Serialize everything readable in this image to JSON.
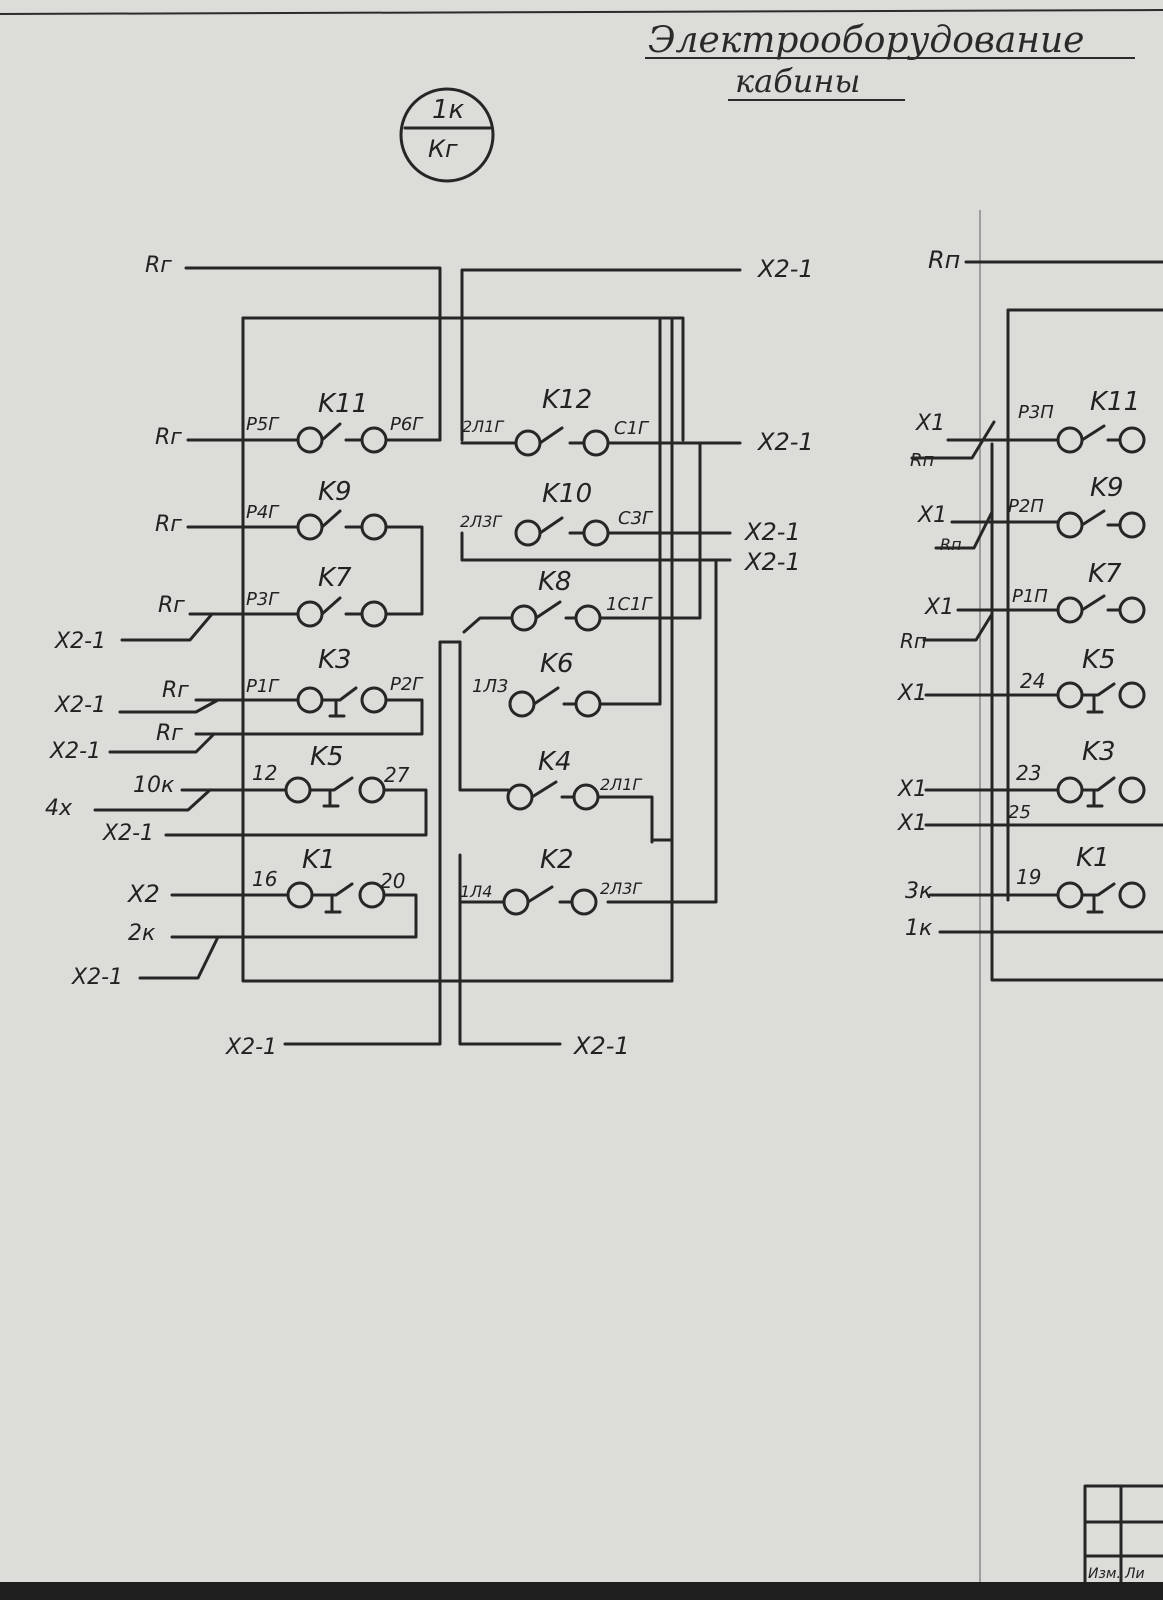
{
  "title": {
    "line1": "Электрооборудование",
    "line2": "кабины"
  },
  "badge": {
    "top": "1к",
    "bottom": "Кг"
  },
  "left_panel": {
    "top_left": "Rг",
    "top_right": "X2-1",
    "bottom_left": "X2-1",
    "bottom_right": "X2-1",
    "relays": [
      {
        "name": "K11",
        "from": "Р5Г",
        "to": "Р6Г",
        "left": "Rг"
      },
      {
        "name": "K9",
        "from": "Р4Г",
        "to": "",
        "left": "Rг"
      },
      {
        "name": "K7",
        "from": "Р3Г",
        "to": "",
        "left": "Rг"
      },
      {
        "name": "K3",
        "from": "Р1Г",
        "to": "Р2Г",
        "left": "Rг"
      },
      {
        "name": "K5",
        "from": "12",
        "to": "27",
        "left": "10к"
      },
      {
        "name": "K1",
        "from": "16",
        "to": "20",
        "left": "X2"
      },
      {
        "name": "K12",
        "from": "2Л1Г",
        "to": "С1Г",
        "right": "X2-1"
      },
      {
        "name": "K10",
        "from": "2Л3Г",
        "to": "С3Г",
        "right": "X2-1"
      },
      {
        "name": "K8",
        "from": "",
        "to": "1С1Г",
        "right": "X2-1"
      },
      {
        "name": "K6",
        "from": "1Л3",
        "to": ""
      },
      {
        "name": "K4",
        "from": "",
        "to": "2Л1Г"
      },
      {
        "name": "K2",
        "from": "1Л4",
        "to": "2Л3Г"
      }
    ],
    "extra_left": [
      "X2-1",
      "X2-1",
      "Rг",
      "X2-1",
      "4х",
      "X2-1",
      "2к",
      "X2-1"
    ]
  },
  "right_panel": {
    "top_left": "Rп",
    "relays": [
      {
        "name": "K11",
        "from": "Р3П",
        "left": "X1"
      },
      {
        "name": "K9",
        "from": "Р2П",
        "left": "X1"
      },
      {
        "name": "K7",
        "from": "Р1П",
        "left": "X1"
      },
      {
        "name": "K5",
        "from": "24",
        "left": "X1"
      },
      {
        "name": "K3",
        "from": "23",
        "left": "X1"
      },
      {
        "name": "K1",
        "from": "19",
        "left": "3к"
      }
    ],
    "extra_left": [
      "Rп",
      "Rп",
      "Rп",
      "25",
      "X1",
      "1к"
    ]
  },
  "stamp": {
    "label": "Изм.",
    "label2": "Ли"
  }
}
